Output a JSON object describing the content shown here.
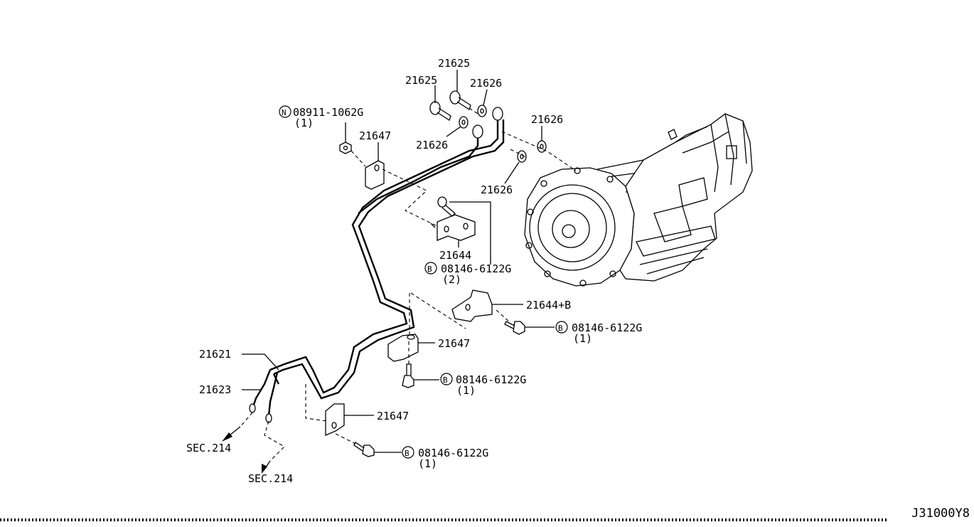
{
  "diagram_code": "J31000Y8",
  "labels": {
    "p21625_a": "21625",
    "p21625_b": "21625",
    "p21626_a": "21626",
    "p21626_b": "21626",
    "p21626_c": "21626",
    "p21626_d": "21626",
    "p21647_a": "21647",
    "p21647_b": "21647",
    "p21647_c": "21647",
    "p21644": "21644",
    "p21644b": "21644+B",
    "p21621": "21621",
    "p21623": "21623",
    "bolt_n": {
      "prefix": "N",
      "part": "08911-1062G",
      "qty": "(1)"
    },
    "bolt_b1": {
      "prefix": "B",
      "part": "08146-6122G",
      "qty": "(2)"
    },
    "bolt_b2": {
      "prefix": "B",
      "part": "08146-6122G",
      "qty": "(1)"
    },
    "bolt_b3": {
      "prefix": "B",
      "part": "08146-6122G",
      "qty": "(1)"
    },
    "bolt_b4": {
      "prefix": "B",
      "part": "08146-6122G",
      "qty": "(1)"
    },
    "sec_a": "SEC.214",
    "sec_b": "SEC.214"
  }
}
